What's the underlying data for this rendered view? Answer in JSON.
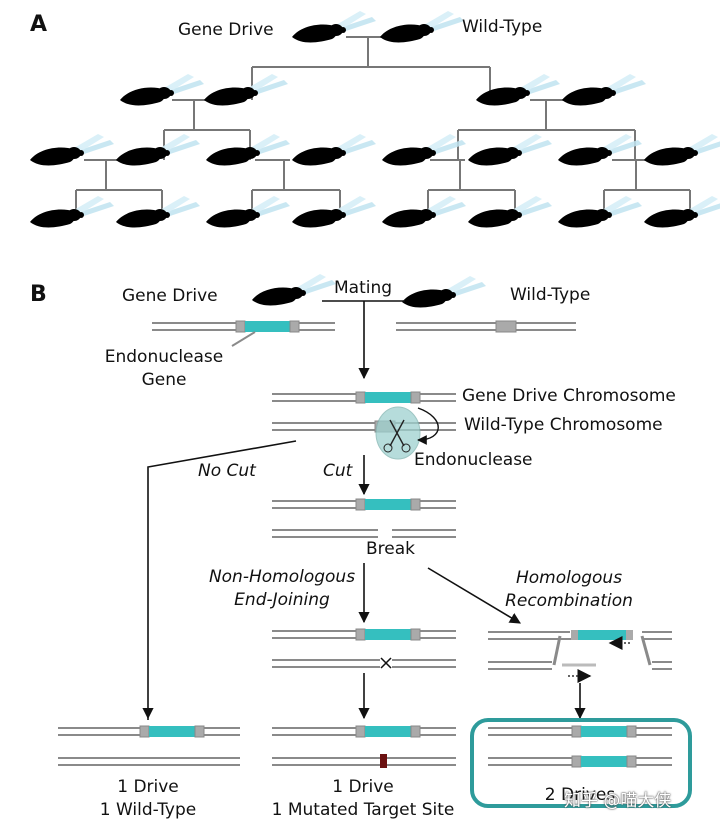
{
  "panel_a": {
    "letter": "A",
    "gene_drive_label": "Gene Drive",
    "wild_type_label": "Wild-Type"
  },
  "panel_b": {
    "letter": "B",
    "gene_drive_label": "Gene Drive",
    "wild_type_label": "Wild-Type",
    "mating_label": "Mating",
    "endonuclease_gene_label_1": "Endonuclease",
    "endonuclease_gene_label_2": "Gene",
    "gene_drive_chromosome_label": "Gene Drive Chromosome",
    "wild_type_chromosome_label": "Wild-Type Chromosome",
    "endonuclease_label": "Endonuclease",
    "no_cut_label": "No Cut",
    "cut_label": "Cut",
    "break_label": "Break",
    "nhej_label_1": "Non-Homologous",
    "nhej_label_2": "End-Joining",
    "hr_label_1": "Homologous",
    "hr_label_2": "Recombination",
    "outcome_left_1": "1 Drive",
    "outcome_left_2": "1 Wild-Type",
    "outcome_mid_1": "1 Drive",
    "outcome_mid_2": "1 Mutated Target Site",
    "outcome_right": "2 Drives"
  },
  "watermark": "知乎 @喵大侠",
  "colors": {
    "gene_drive_teal": "#35bfbf",
    "wild_type_gray": "#5a5a5a",
    "chromosome_gray": "#8a8a8a",
    "highlight_box": "#2e9b9b",
    "mutation_mark": "#6b1111"
  }
}
